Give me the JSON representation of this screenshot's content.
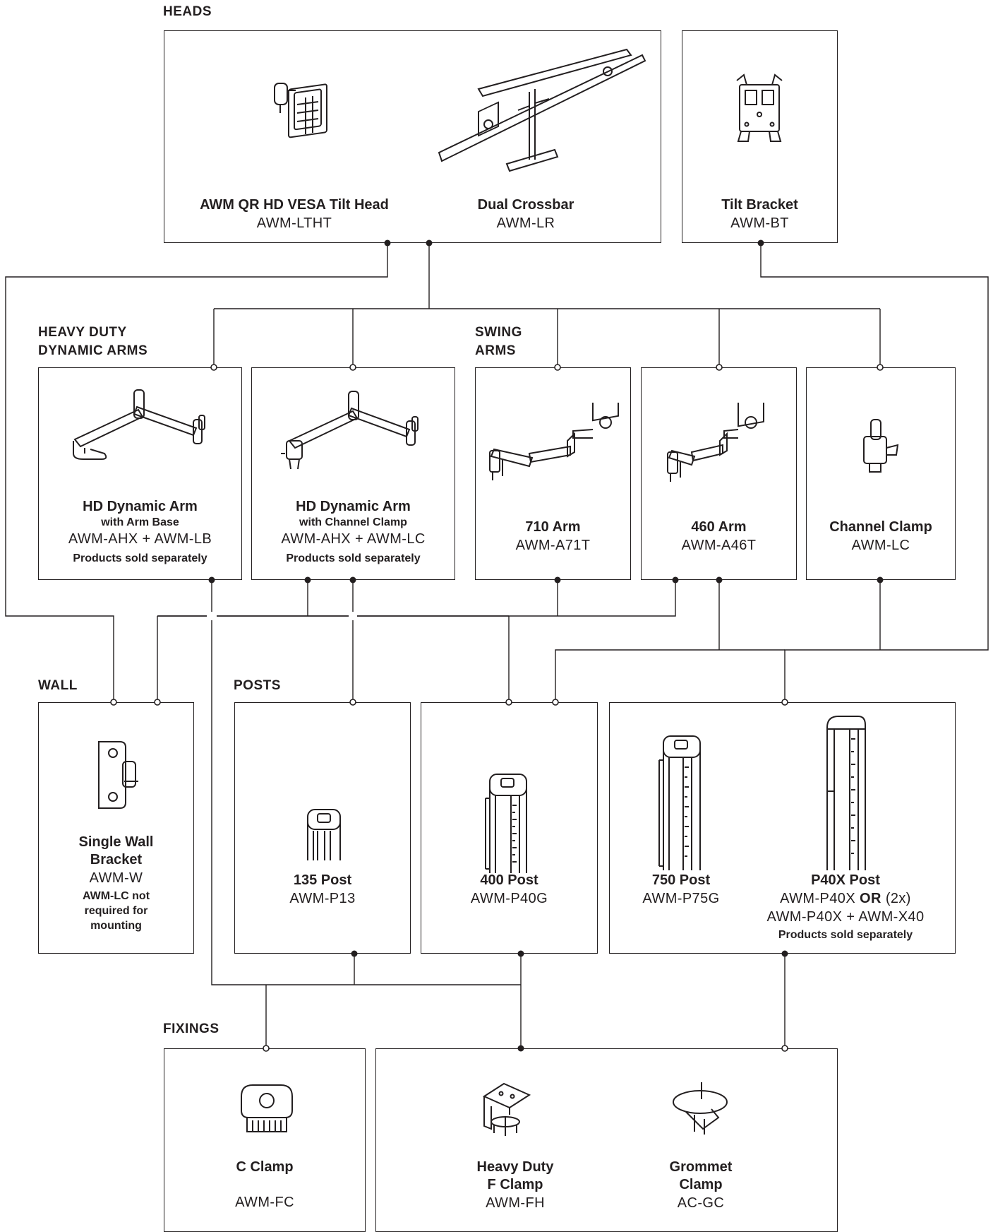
{
  "sections": {
    "heads": "HEADS",
    "hd_arms_line1": "HEAVY DUTY",
    "hd_arms_line2": "DYNAMIC ARMS",
    "swing_line1": "SWING",
    "swing_line2": "ARMS",
    "wall": "WALL",
    "posts": "POSTS",
    "fixings": "FIXINGS"
  },
  "products": {
    "tilt_head": {
      "name": "AWM QR HD VESA Tilt Head",
      "code": "AWM-LTHT",
      "icon": "vesa-tilt-head-icon"
    },
    "dual_crossbar": {
      "name": "Dual Crossbar",
      "code": "AWM-LR",
      "icon": "dual-crossbar-icon"
    },
    "tilt_bracket": {
      "name": "Tilt Bracket",
      "code": "AWM-BT",
      "icon": "tilt-bracket-icon"
    },
    "hd_arm_base": {
      "name": "HD Dynamic Arm",
      "sub": "with Arm Base",
      "code": "AWM-AHX + AWM-LB",
      "note": "Products sold separately",
      "icon": "hd-dynamic-arm-icon"
    },
    "hd_arm_clamp": {
      "name": "HD Dynamic Arm",
      "sub": "with Channel Clamp",
      "code": "AWM-AHX + AWM-LC",
      "note": "Products sold separately",
      "icon": "hd-dynamic-arm-clamp-icon"
    },
    "arm_710": {
      "name": "710 Arm",
      "code": "AWM-A71T",
      "icon": "swing-arm-710-icon"
    },
    "arm_460": {
      "name": "460 Arm",
      "code": "AWM-A46T",
      "icon": "swing-arm-460-icon"
    },
    "channel_clamp": {
      "name": "Channel Clamp",
      "code": "AWM-LC",
      "icon": "channel-clamp-icon"
    },
    "wall_bracket": {
      "name_line1": "Single Wall",
      "name_line2": "Bracket",
      "code": "AWM-W",
      "note_line1": "AWM-LC not",
      "note_line2": "required for",
      "note_line3": "mounting",
      "icon": "wall-bracket-icon"
    },
    "post_135": {
      "name": "135 Post",
      "code": "AWM-P13",
      "icon": "post-135-icon"
    },
    "post_400": {
      "name": "400 Post",
      "code": "AWM-P40G",
      "icon": "post-400-icon"
    },
    "post_750": {
      "name": "750 Post",
      "code": "AWM-P75G",
      "icon": "post-750-icon"
    },
    "post_p40x": {
      "name": "P40X Post",
      "code_a": "AWM-P40X",
      "code_or": "OR",
      "code_b": "(2x)",
      "code_line2": "AWM-P40X + AWM-X40",
      "note": "Products sold separately",
      "icon": "post-p40x-icon"
    },
    "c_clamp": {
      "name": "C Clamp",
      "code": "AWM-FC",
      "icon": "c-clamp-icon"
    },
    "f_clamp": {
      "name_line1": "Heavy Duty",
      "name_line2": "F Clamp",
      "code": "AWM-FH",
      "icon": "f-clamp-icon"
    },
    "grommet": {
      "name_line1": "Grommet",
      "name_line2": "Clamp",
      "code": "AC-GC",
      "icon": "grommet-clamp-icon"
    }
  },
  "colors": {
    "line": "#231f20",
    "background": "#ffffff"
  }
}
